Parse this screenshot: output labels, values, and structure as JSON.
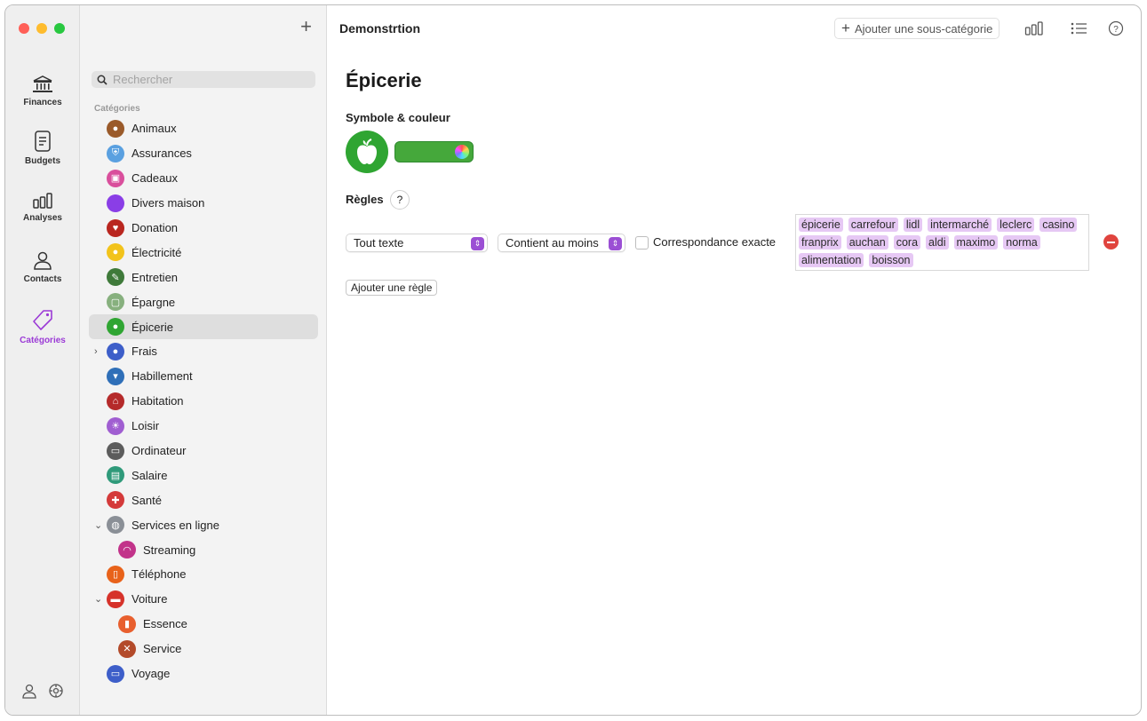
{
  "window": {
    "title": "Demonstrtion"
  },
  "rail": {
    "items": [
      {
        "label": "Finances"
      },
      {
        "label": "Budgets"
      },
      {
        "label": "Analyses"
      },
      {
        "label": "Contacts"
      },
      {
        "label": "Catégories"
      }
    ],
    "active": "Catégories",
    "accent": "#9b3ad6"
  },
  "sidebar": {
    "search_placeholder": "Rechercher",
    "section_label": "Catégories",
    "categories": [
      {
        "label": "Animaux",
        "color": "#9a5a2a",
        "icon": "paw-icon"
      },
      {
        "label": "Assurances",
        "color": "#5aa0e0",
        "icon": "shield-icon"
      },
      {
        "label": "Cadeaux",
        "color": "#d94f9c",
        "icon": "gift-icon"
      },
      {
        "label": "Divers maison",
        "color": "#8a3ee6",
        "icon": "circle-icon"
      },
      {
        "label": "Donation",
        "color": "#b9261f",
        "icon": "heart-hand-icon"
      },
      {
        "label": "Électricité",
        "color": "#f2c31b",
        "icon": "bulb-icon"
      },
      {
        "label": "Entretien",
        "color": "#3f7a3a",
        "icon": "brush-icon"
      },
      {
        "label": "Épargne",
        "color": "#87b07e",
        "icon": "piggy-icon"
      },
      {
        "label": "Épicerie",
        "color": "#2fa532",
        "icon": "apple-icon"
      },
      {
        "label": "Frais",
        "color": "#3d5ec9",
        "icon": "hand-coins-icon"
      },
      {
        "label": "Habillement",
        "color": "#2f6fb8",
        "icon": "shirt-icon"
      },
      {
        "label": "Habitation",
        "color": "#b52a2a",
        "icon": "house-icon"
      },
      {
        "label": "Loisir",
        "color": "#a05ed1",
        "icon": "island-icon"
      },
      {
        "label": "Ordinateur",
        "color": "#5c5c5c",
        "icon": "desktop-icon"
      },
      {
        "label": "Salaire",
        "color": "#2f9a7a",
        "icon": "money-icon"
      },
      {
        "label": "Santé",
        "color": "#d43a3a",
        "icon": "medkit-icon"
      },
      {
        "label": "Services en ligne",
        "color": "#8a8f96",
        "icon": "globe-icon"
      },
      {
        "label": "Streaming",
        "color": "#c2338a",
        "icon": "wifi-icon"
      },
      {
        "label": "Téléphone",
        "color": "#e8621a",
        "icon": "phone-icon"
      },
      {
        "label": "Voiture",
        "color": "#d6322a",
        "icon": "car-icon"
      },
      {
        "label": "Essence",
        "color": "#e85f2e",
        "icon": "fuel-icon"
      },
      {
        "label": "Service",
        "color": "#b34a2a",
        "icon": "wrench-icon"
      },
      {
        "label": "Voyage",
        "color": "#3d5ec9",
        "icon": "suitcase-icon"
      }
    ],
    "selected": "Épicerie"
  },
  "toolbar": {
    "add_subcategory_label": "Ajouter une sous-catégorie"
  },
  "detail": {
    "title": "Épicerie",
    "symbol_color_label": "Symbole & couleur",
    "category_color": "#45a83b",
    "rules_label": "Règles",
    "help_label": "?",
    "rule": {
      "field": "Tout texte",
      "condition": "Contient au moins",
      "exact_match_label": "Correspondance exacte",
      "exact_match_checked": false,
      "keywords": [
        "épicerie",
        "carrefour",
        "lidl",
        "intermarché",
        "leclerc",
        "casino",
        "franprix",
        "auchan",
        "cora",
        "aldi",
        "maximo",
        "norma",
        "alimentation",
        "boisson"
      ]
    },
    "add_rule_label": "Ajouter une règle"
  }
}
